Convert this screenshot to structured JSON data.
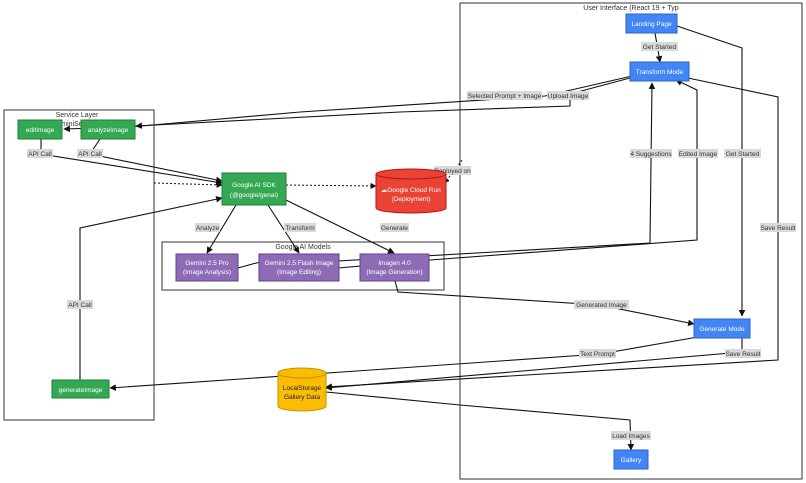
{
  "clusters": {
    "ui": "User Interface (React 19 + Typ",
    "service": "Service Layer",
    "service_sub": "miniSe",
    "models": "Google AI Models"
  },
  "nodes": {
    "landing": "Landing Page",
    "transform_mode": "Transform Mode",
    "generate_mode": "Generate Mode",
    "gallery": "Gallery",
    "edit_image": "editImage",
    "analyze_image": "analyzeImage",
    "generate_image": "generateImage",
    "sdk_line1": "Google AI SDK",
    "sdk_line2": "(@google/genai)",
    "cloud_run_line1": "Google Cloud Run",
    "cloud_run_line2": "(Deployment)",
    "gemini_pro_line1": "Gemini 2.5 Pro",
    "gemini_pro_line2": "(Image Analysis)",
    "gemini_flash_line1": "Gemini 2.5 Flash Image",
    "gemini_flash_line2": "(Image Editing)",
    "imagen_line1": "Imagen 4.0",
    "imagen_line2": "(Image Generation)",
    "storage_line1": "LocalStorage",
    "storage_line2": "Gallery Data"
  },
  "edges": {
    "get_started_1": "Get Started",
    "get_started_2": "Get Started",
    "selected_prompt": "Selected Prompt + Image",
    "upload_image": "Upload Image",
    "api_call_1": "API Call",
    "api_call_2": "API Call",
    "api_call_3": "API Call",
    "deployed_on": "Deployed on",
    "four_suggestions": "4 Suggestions",
    "edited_image": "Edited Image",
    "save_result_1": "Save Result",
    "save_result_2": "Save Result",
    "analyze": "Analyze",
    "transform": "Transform",
    "generate": "Generate",
    "generated_image": "Generated Image",
    "text_prompt": "Text Prompt",
    "load_images": "Load Images"
  },
  "colors": {
    "ui_blue": "#4285f4",
    "service_green": "#34a853",
    "model_purple": "#8e6cb5",
    "cloud_red": "#ea4335",
    "storage_yellow": "#fbbc04"
  }
}
